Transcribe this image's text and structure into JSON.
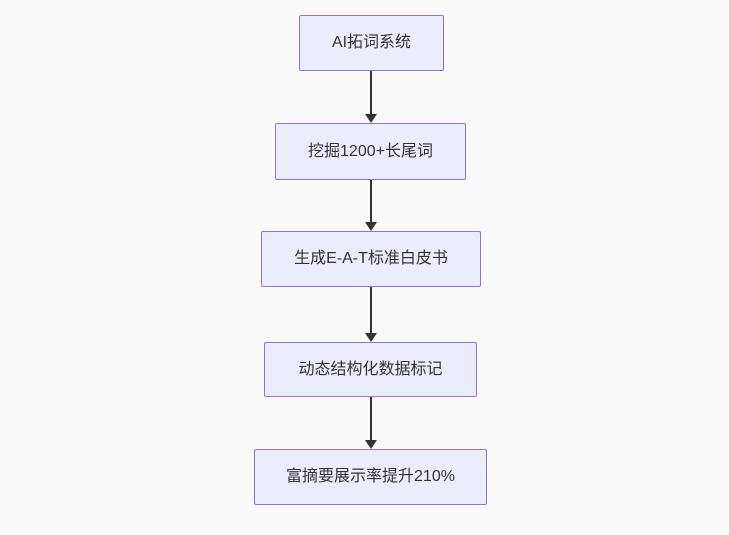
{
  "diagram": {
    "type": "flowchart",
    "direction": "top-down",
    "nodes": [
      {
        "id": "node1",
        "label": "AI拓词系统"
      },
      {
        "id": "node2",
        "label": "挖掘1200+长尾词"
      },
      {
        "id": "node3",
        "label": "生成E-A-T标准白皮书"
      },
      {
        "id": "node4",
        "label": "动态结构化数据标记"
      },
      {
        "id": "node5",
        "label": "富摘要展示率提升210%"
      }
    ],
    "edges": [
      {
        "from": "node1",
        "to": "node2"
      },
      {
        "from": "node2",
        "to": "node3"
      },
      {
        "from": "node3",
        "to": "node4"
      },
      {
        "from": "node4",
        "to": "node5"
      }
    ],
    "colors": {
      "node_fill": "#ECECFF",
      "node_border": "#9370DB",
      "arrow": "#333333",
      "text": "#333333",
      "background": "#FAFAFA"
    }
  }
}
